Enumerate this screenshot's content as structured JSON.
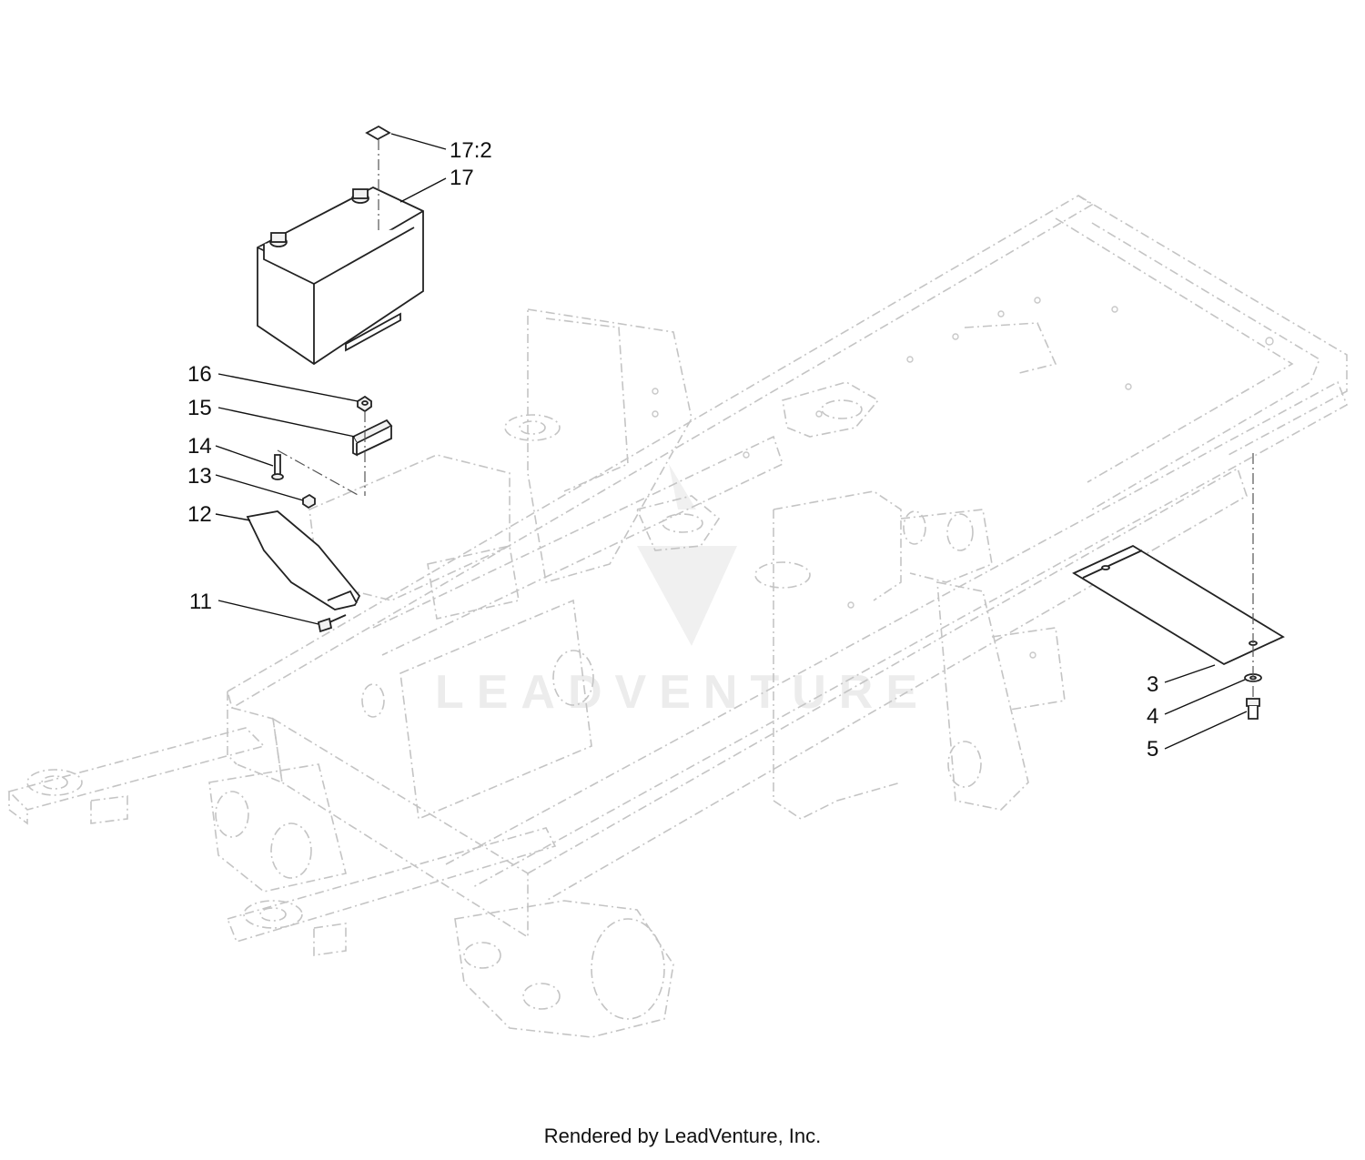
{
  "watermark": {
    "text": "LEADVENTURE"
  },
  "footer": {
    "text": "Rendered by LeadVenture, Inc."
  },
  "callouts": {
    "c17_2": "17:2",
    "c17": "17",
    "c16": "16",
    "c15": "15",
    "c14": "14",
    "c13": "13",
    "c12": "12",
    "c11": "11",
    "c3": "3",
    "c4": "4",
    "c5": "5"
  }
}
